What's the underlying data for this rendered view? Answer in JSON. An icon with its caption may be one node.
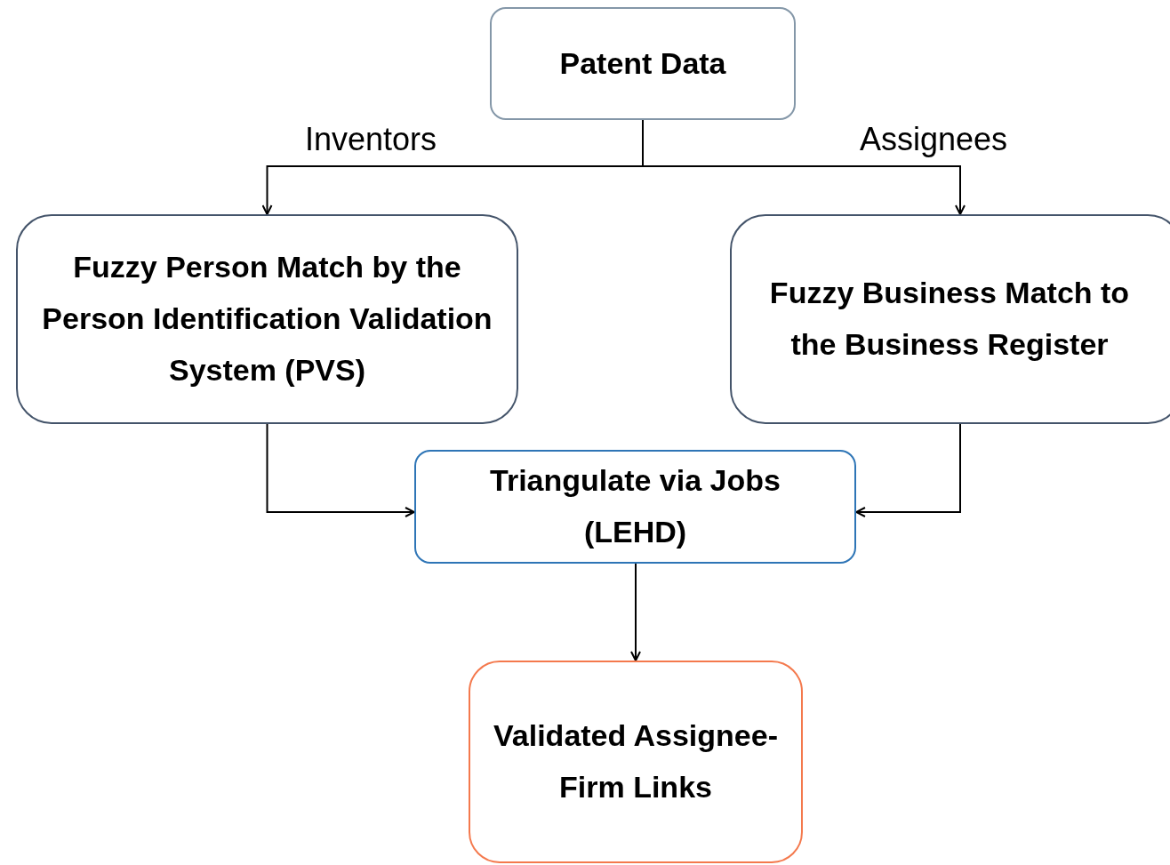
{
  "diagram": {
    "nodes": [
      {
        "text": [
          "Patent Data"
        ]
      },
      {
        "text": [
          "Fuzzy Person Match by the Person Identification Validation System (PVS)"
        ]
      },
      {
        "text": [
          "Fuzzy Business Match to the Business Register"
        ]
      },
      {
        "text": [
          "Triangulate via Jobs (LEHD)"
        ]
      },
      {
        "text": [
          "Validated Assignee-Firm Links"
        ]
      }
    ],
    "edges": [
      {
        "from": 0,
        "to": 1,
        "arrow": "to",
        "label": "Inventors"
      },
      {
        "from": 0,
        "to": 2,
        "arrow": "to",
        "label": "Assignees"
      },
      {
        "from": 1,
        "to": 3,
        "arrow": "to"
      },
      {
        "from": 2,
        "to": 3,
        "arrow": "to"
      },
      {
        "from": 3,
        "to": 4,
        "arrow": "to"
      }
    ]
  }
}
